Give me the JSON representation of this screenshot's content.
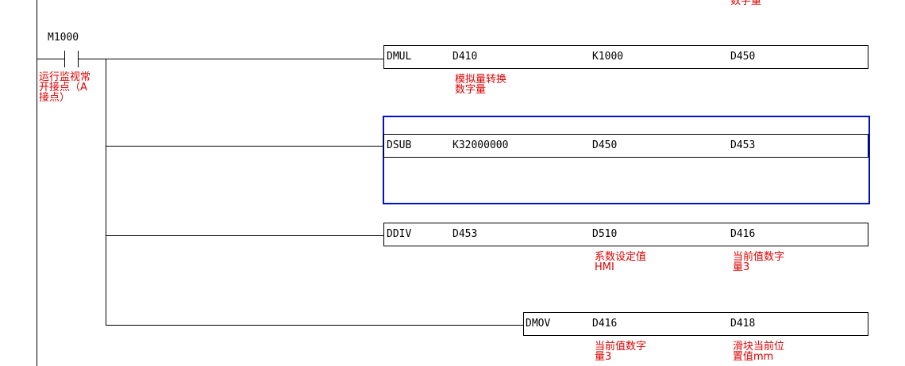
{
  "top_comment": "数字量",
  "contact": {
    "label": "M1000",
    "comment": "运行监视常\n开接点（A\n接点）"
  },
  "instructions": [
    {
      "op": "DMUL",
      "args": [
        "D410",
        "K1000",
        "D450"
      ],
      "comments": [
        "模拟量转换\n数字量",
        "",
        ""
      ]
    },
    {
      "op": "DSUB",
      "args": [
        "K32000000",
        "D450",
        "D453"
      ],
      "comments": [
        "",
        "",
        ""
      ],
      "selected": true
    },
    {
      "op": "DDIV",
      "args": [
        "D453",
        "D510",
        "D416"
      ],
      "comments": [
        "",
        "系数设定值\nHMI",
        "当前值数字\n量3"
      ]
    },
    {
      "op": "DMOV",
      "args": [
        "D416",
        "D418"
      ],
      "comments": [
        "当前值数字\n量3",
        "滑块当前位\n置值mm"
      ]
    }
  ],
  "colors": {
    "comment": "#e00000",
    "selection": "#0010c8"
  }
}
